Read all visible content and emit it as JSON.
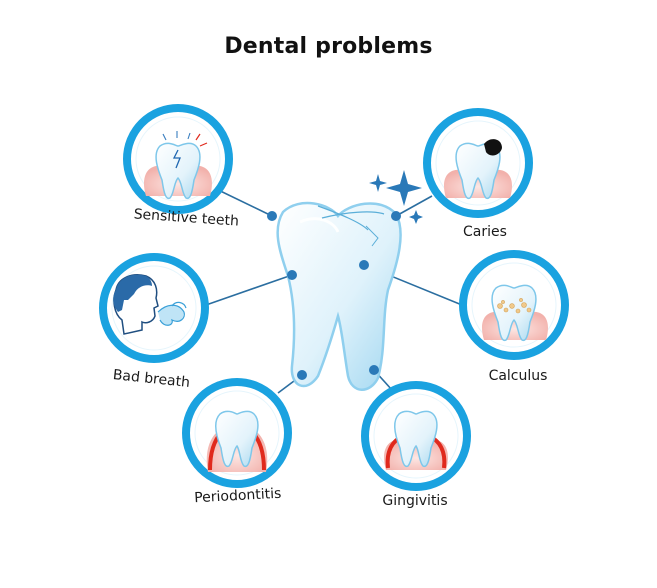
{
  "title": "Dental problems",
  "colors": {
    "ring": "#1aa2e0",
    "connector": "#2b6ea0",
    "node": "#2a79b8",
    "gum": "#f4b7b1",
    "inflamed": "#e02a1d",
    "tooth_edge": "#7ec7ea",
    "person": "#2a6aa8"
  },
  "problems": [
    {
      "id": "sensitive-teeth",
      "label": "Sensitive teeth",
      "icon": "sensitive-tooth-icon"
    },
    {
      "id": "caries",
      "label": "Caries",
      "icon": "caries-tooth-icon"
    },
    {
      "id": "bad-breath",
      "label": "Bad breath",
      "icon": "bad-breath-person-icon"
    },
    {
      "id": "calculus",
      "label": "Calculus",
      "icon": "calculus-tooth-icon"
    },
    {
      "id": "periodontitis",
      "label": "Periodontitis",
      "icon": "periodontitis-tooth-icon"
    },
    {
      "id": "gingivitis",
      "label": "Gingivitis",
      "icon": "gingivitis-tooth-icon"
    }
  ]
}
